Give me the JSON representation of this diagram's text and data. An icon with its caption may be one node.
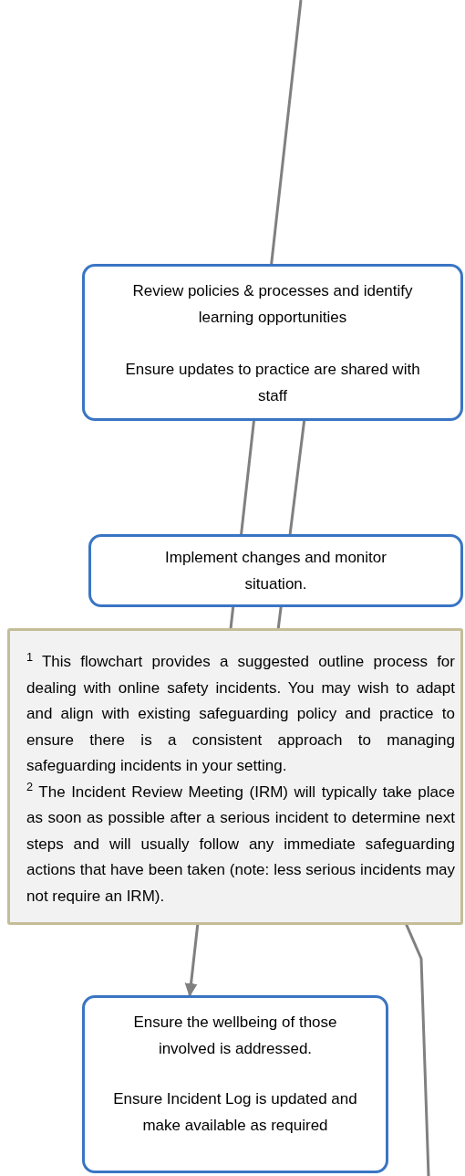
{
  "diagram": {
    "nodes": [
      {
        "text": [
          "Review policies & processes and identify learning opportunities",
          "Ensure updates to  practice are shared with  staff"
        ]
      },
      {
        "text": [
          "Implement changes and monitor situation."
        ]
      },
      {
        "text": [
          "$^{1}$ This flowchart provides a suggested outline process for dealing with online safety incidents. You may wish to adapt and align with existing safeguarding policy and practice to ensure there is a consistent approach to managing safeguarding incidents in your setting.",
          "$^{2}$ The Incident Review Meeting (IRM) will typically take place as soon as possible after a serious incident to determine next steps and will usually follow any immediate safeguarding actions that have been taken (note: less serious incidents may not require an IRM)."
        ]
      },
      {
        "text": [
          "Ensure the wellbeing of those involved is addressed.",
          "Ensure Incident Log is updated and make available as required"
        ]
      }
    ],
    "edges": [
      {
        "from": null,
        "to": 3,
        "arrow": "to"
      },
      {
        "from": null,
        "to": 0,
        "arrow": "to"
      }
    ]
  }
}
